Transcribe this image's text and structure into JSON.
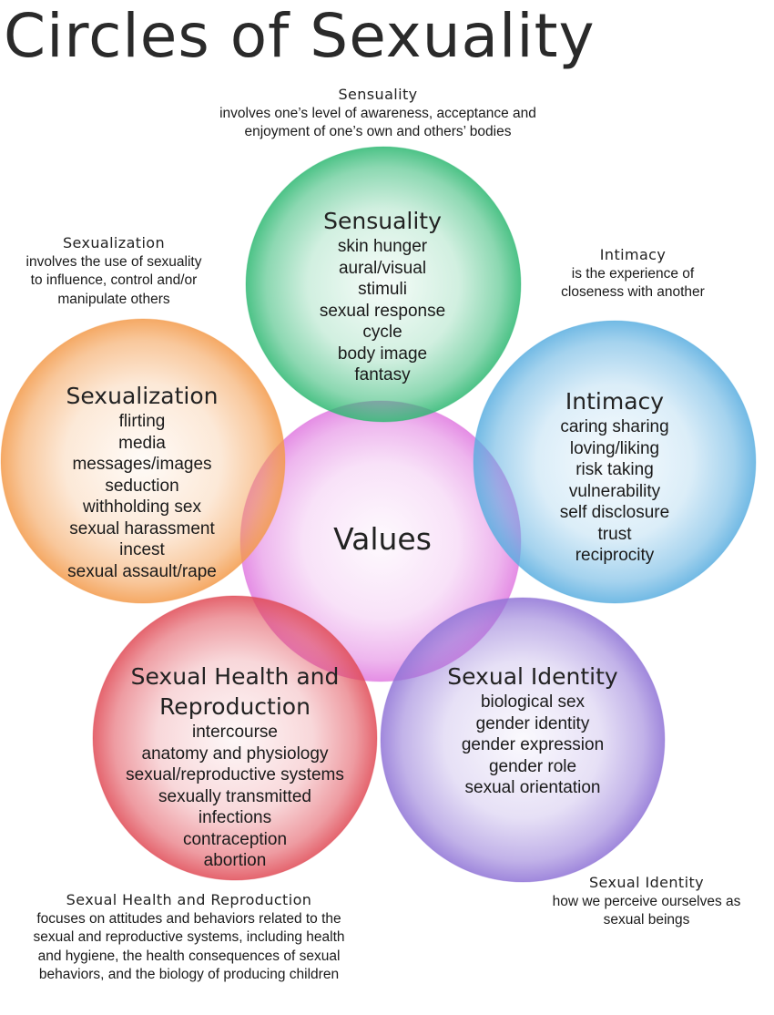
{
  "title": "Circles of Sexuality",
  "center": {
    "label": "Values"
  },
  "circles": {
    "sensuality": {
      "heading": "Sensuality",
      "items": [
        "skin hunger",
        "aural/visual",
        "stimuli",
        "sexual response",
        "cycle",
        "body image",
        "fantasy"
      ],
      "color": "#2eb872"
    },
    "intimacy": {
      "heading": "Intimacy",
      "items": [
        "caring sharing",
        "loving/liking",
        "risk taking",
        "vulnerability",
        "self disclosure",
        "trust",
        "reciprocity"
      ],
      "color": "#5aaee0"
    },
    "identity": {
      "heading": "Sexual Identity",
      "items": [
        "biological sex",
        "gender identity",
        "gender expression",
        "gender role",
        "sexual orientation"
      ],
      "color": "#8f73d6"
    },
    "health": {
      "heading_line1": "Sexual Health and",
      "heading_line2": "Reproduction",
      "items": [
        "intercourse",
        "anatomy and physiology",
        "sexual/reproductive systems",
        "sexually transmitted",
        "infections",
        "contraception",
        "abortion"
      ],
      "color": "#e04a55"
    },
    "sexualization": {
      "heading": "Sexualization",
      "items": [
        "flirting",
        "media",
        "messages/images",
        "seduction",
        "withholding sex",
        "sexual harassment",
        "incest",
        "sexual assault/rape"
      ],
      "color": "#f39a4a"
    },
    "values": {
      "color": "#e07ae0"
    }
  },
  "notes": {
    "sensuality": {
      "heading": "Sensuality",
      "lines": [
        "involves one’s level of awareness, acceptance and",
        "enjoyment of one’s own and others’ bodies"
      ]
    },
    "sexualization": {
      "heading": "Sexualization",
      "lines": [
        "involves the use of sexuality",
        "to influence, control and/or",
        "manipulate others"
      ]
    },
    "intimacy": {
      "heading": "Intimacy",
      "lines": [
        "is the experience of",
        "closeness with another"
      ]
    },
    "health": {
      "heading": "Sexual Health and Reproduction",
      "lines": [
        "focuses on attitudes and behaviors related to the",
        "sexual and reproductive systems, including health",
        "and hygiene, the health consequences of sexual",
        "behaviors, and the biology of producing children"
      ]
    },
    "identity": {
      "heading": "Sexual Identity",
      "lines": [
        "how we perceive ourselves as",
        "sexual beings"
      ]
    }
  }
}
